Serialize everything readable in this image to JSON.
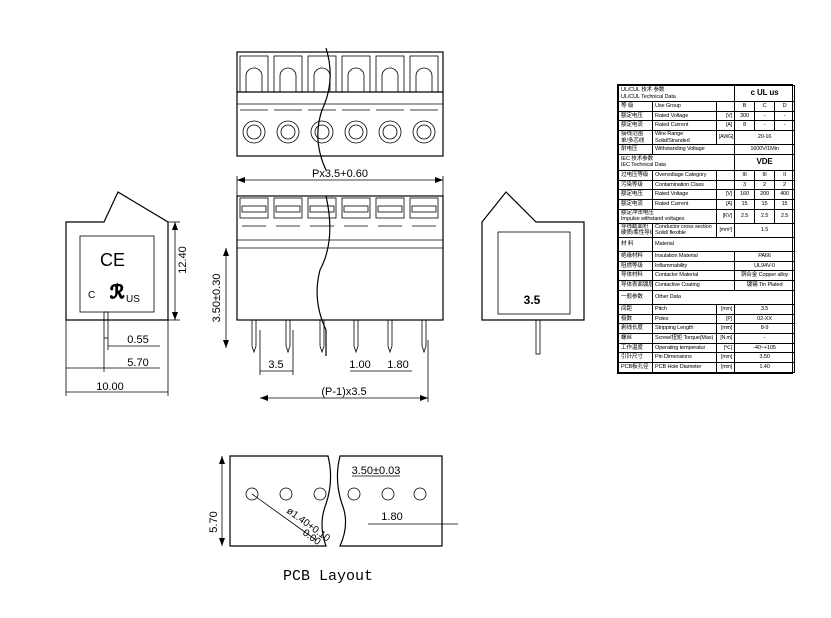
{
  "dimensions": {
    "width_total": "Px3.5+0.60",
    "height_total": "12.40",
    "pin_height": "3.50±0.30",
    "pin_offset": "0.55",
    "center_offset": "5.70",
    "depth": "10.00",
    "pitch": "3.5",
    "pin_width": "1.00",
    "pin_gap": "1.80",
    "span": "(P-1)x3.5",
    "side_mark": "3.5"
  },
  "side_markings": {
    "ce": "CE",
    "c": "C",
    "us": "US"
  },
  "pcb": {
    "title": "PCB  Layout",
    "height": "5.70",
    "pitch": "3.50±0.03",
    "hole": "ø1.40+0.10",
    "hole_tol": "0.00",
    "gap": "1.80"
  },
  "spec": {
    "header": {
      "cn1": "UL/CUL  技术 参数",
      "en1": "UL/CUL   Technical Data",
      "logo": "c UL us"
    },
    "ul_rows": [
      {
        "cn": "等  级",
        "en": "Use Group",
        "unit": "",
        "v": [
          "B",
          "C",
          "D"
        ]
      },
      {
        "cn": "额定电压",
        "en": "Rated Voltage",
        "unit": "[V]",
        "v": [
          "300",
          "-",
          "-"
        ]
      },
      {
        "cn": "额定电流",
        "en": "Rated Current",
        "unit": "[A]",
        "v": [
          "8",
          "-",
          "-"
        ]
      }
    ],
    "wire": {
      "cn1": "接线范围",
      "en1": "Wire Range",
      "cn2": "单/多芯线",
      "en2": "Solid/Stranded",
      "unit": "[AWG]",
      "value": "20-16"
    },
    "withstand": {
      "cn": "耐电压",
      "en": "Withstanding Voltage",
      "value": "1600V/1Min"
    },
    "iec_header": {
      "cn": "IEC  技术参数",
      "en": "IEC  Technical Data",
      "logo": "VDE"
    },
    "iec_rows": [
      {
        "cn": "过电压等级",
        "en": "Overvoltage Category",
        "unit": "",
        "v": [
          "III",
          "III",
          "II"
        ]
      },
      {
        "cn": "污染等级",
        "en": "Contamination Class",
        "unit": "",
        "v": [
          "3",
          "2",
          "2"
        ]
      },
      {
        "cn": "额定电压",
        "en": "Rated Voltage",
        "unit": "[V]",
        "v": [
          "160",
          "200",
          "400"
        ]
      },
      {
        "cn": "额定电流",
        "en": "Rated Current",
        "unit": "[A]",
        "v": [
          "15",
          "15",
          "15"
        ]
      }
    ],
    "impulse": {
      "cn": "额定冲击电压",
      "en": "Impulse withstand voltages",
      "unit": "[KV]",
      "v": [
        "2.5",
        "2.5",
        "2.5"
      ]
    },
    "cross": {
      "cn1": "导线截面积",
      "en1": "Conductor cross section",
      "cn2": "硬质/柔性导线",
      "en2": "Solid/ flexible",
      "unit": "[mm²]",
      "value": "1.5"
    },
    "material_header": {
      "cn": "材  料",
      "en": "Material"
    },
    "material_rows": [
      {
        "cn": "绝缘材料",
        "en": "Insulation Material",
        "value": "PA66"
      },
      {
        "cn": "阻燃等级",
        "en": "Inflammability",
        "value": "UL94V-0"
      },
      {
        "cn": "导体材料",
        "en": "Contactor Material",
        "value": "铜合金 Copper alloy"
      },
      {
        "cn": "导体表面镀层",
        "en": "Contactive Coating",
        "value": "镀锡 Tin Plated"
      }
    ],
    "other_header": {
      "cn": "一般参数",
      "en": "Other Data"
    },
    "other_rows": [
      {
        "cn": "间距",
        "en": "Pitch",
        "unit": "[mm]",
        "value": "3.5"
      },
      {
        "cn": "极数",
        "en": "Poles",
        "unit": "[P]",
        "value": "02-XX"
      },
      {
        "cn": "剥线长度",
        "en": "Stripping Length",
        "unit": "[mm]",
        "value": "8-9"
      },
      {
        "cn": "螺丝",
        "en": "Screw/扭矩  Torque(Max)",
        "unit": "[N.m]",
        "value": "-"
      },
      {
        "cn": "工作温度",
        "en": "Operating temperatur",
        "unit": "[℃]",
        "value": "-40~+105"
      },
      {
        "cn": "引针尺寸",
        "en": "Pin Dimensions",
        "unit": "[mm]",
        "value": "3.50"
      },
      {
        "cn": "PCB板孔径",
        "en": "PCB Hole Diameter",
        "unit": "[mm]",
        "value": "1.40"
      }
    ]
  }
}
